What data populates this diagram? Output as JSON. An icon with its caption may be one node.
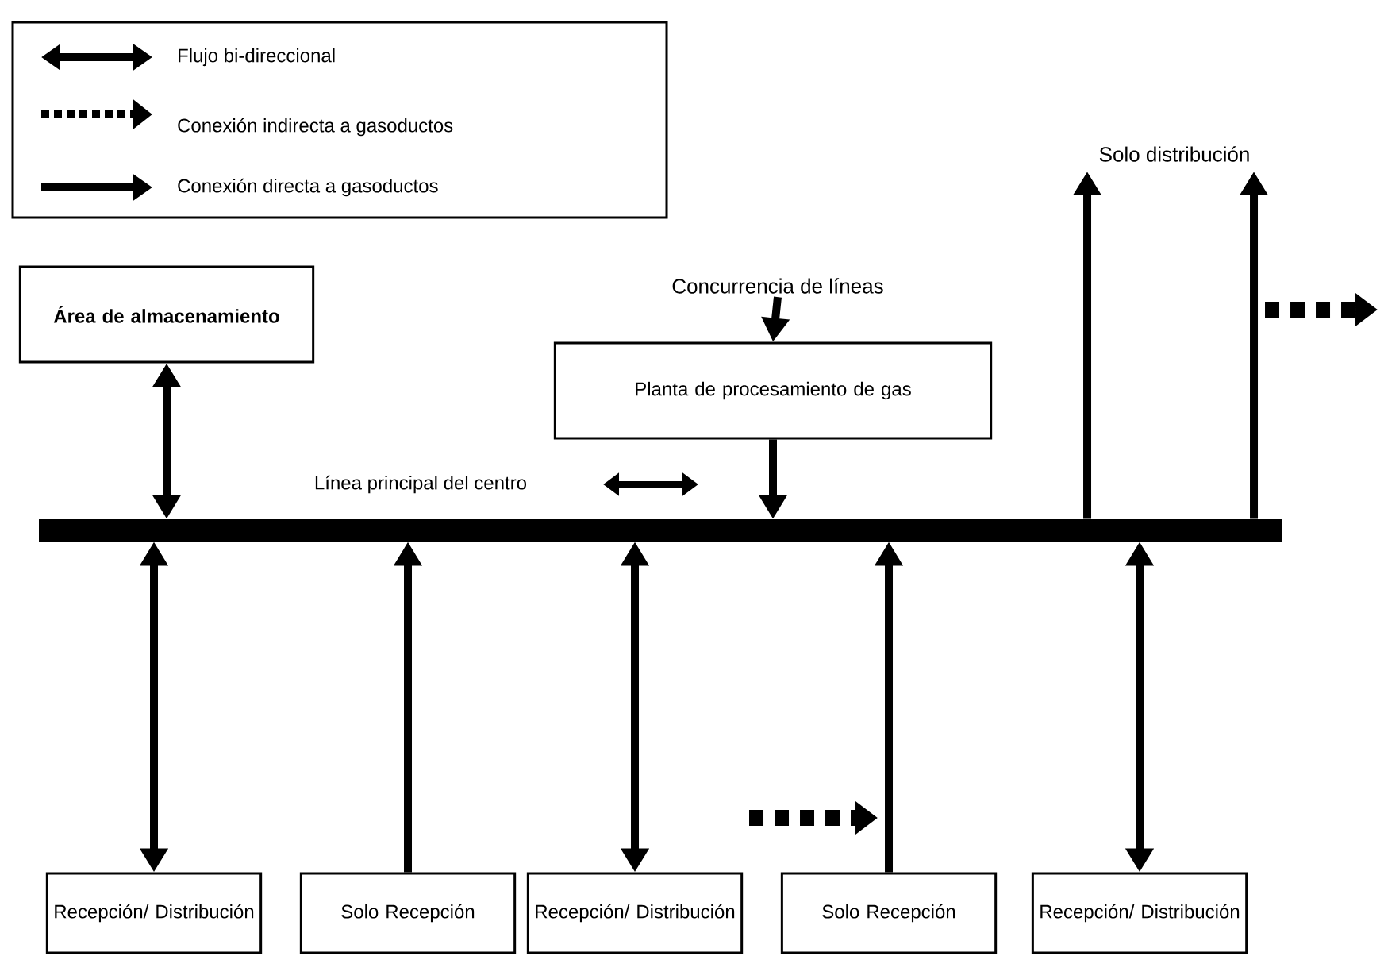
{
  "diagram": {
    "nodes": [
      {
        "text": [
          "Área de almacenamiento"
        ]
      },
      {
        "text": [],
        "shape": "bar"
      },
      {
        "text": [
          "Concurrencia de líneas"
        ]
      },
      {
        "text": [
          "Planta de procesamiento de gas"
        ]
      },
      {
        "text": [
          "Solo distribución"
        ]
      },
      {
        "text": [
          "Recepción/ Distribución"
        ]
      },
      {
        "text": [
          "Solo Recepción"
        ]
      },
      {
        "text": [
          "Recepción/ Distribución"
        ]
      },
      {
        "text": [
          "Solo Recepción"
        ]
      },
      {
        "text": [
          "Recepción/ Distribución"
        ]
      }
    ],
    "edges": [
      {
        "from": 0,
        "to": 1,
        "arrow": "both"
      },
      {
        "from": 2,
        "to": 3,
        "arrow": "to"
      },
      {
        "from": 3,
        "to": 1,
        "arrow": "to"
      },
      {
        "from": 1,
        "to": 4,
        "arrow": "to"
      },
      {
        "from": 1,
        "to": 4,
        "arrow": "to"
      },
      {
        "from": 5,
        "to": 1,
        "arrow": "both"
      },
      {
        "from": 6,
        "to": 1,
        "arrow": "to"
      },
      {
        "from": 7,
        "to": 1,
        "arrow": "both"
      },
      {
        "from": 8,
        "to": 1,
        "arrow": "to"
      },
      {
        "from": 9,
        "to": 1,
        "arrow": "both"
      }
    ],
    "labels": [
      "Línea principal del centro"
    ],
    "legend": [
      {
        "text": "Flujo bi-direccional"
      },
      {
        "text": "Conexión indirecta a gasoductos"
      },
      {
        "text": "Conexión directa a gasoductos"
      }
    ]
  }
}
